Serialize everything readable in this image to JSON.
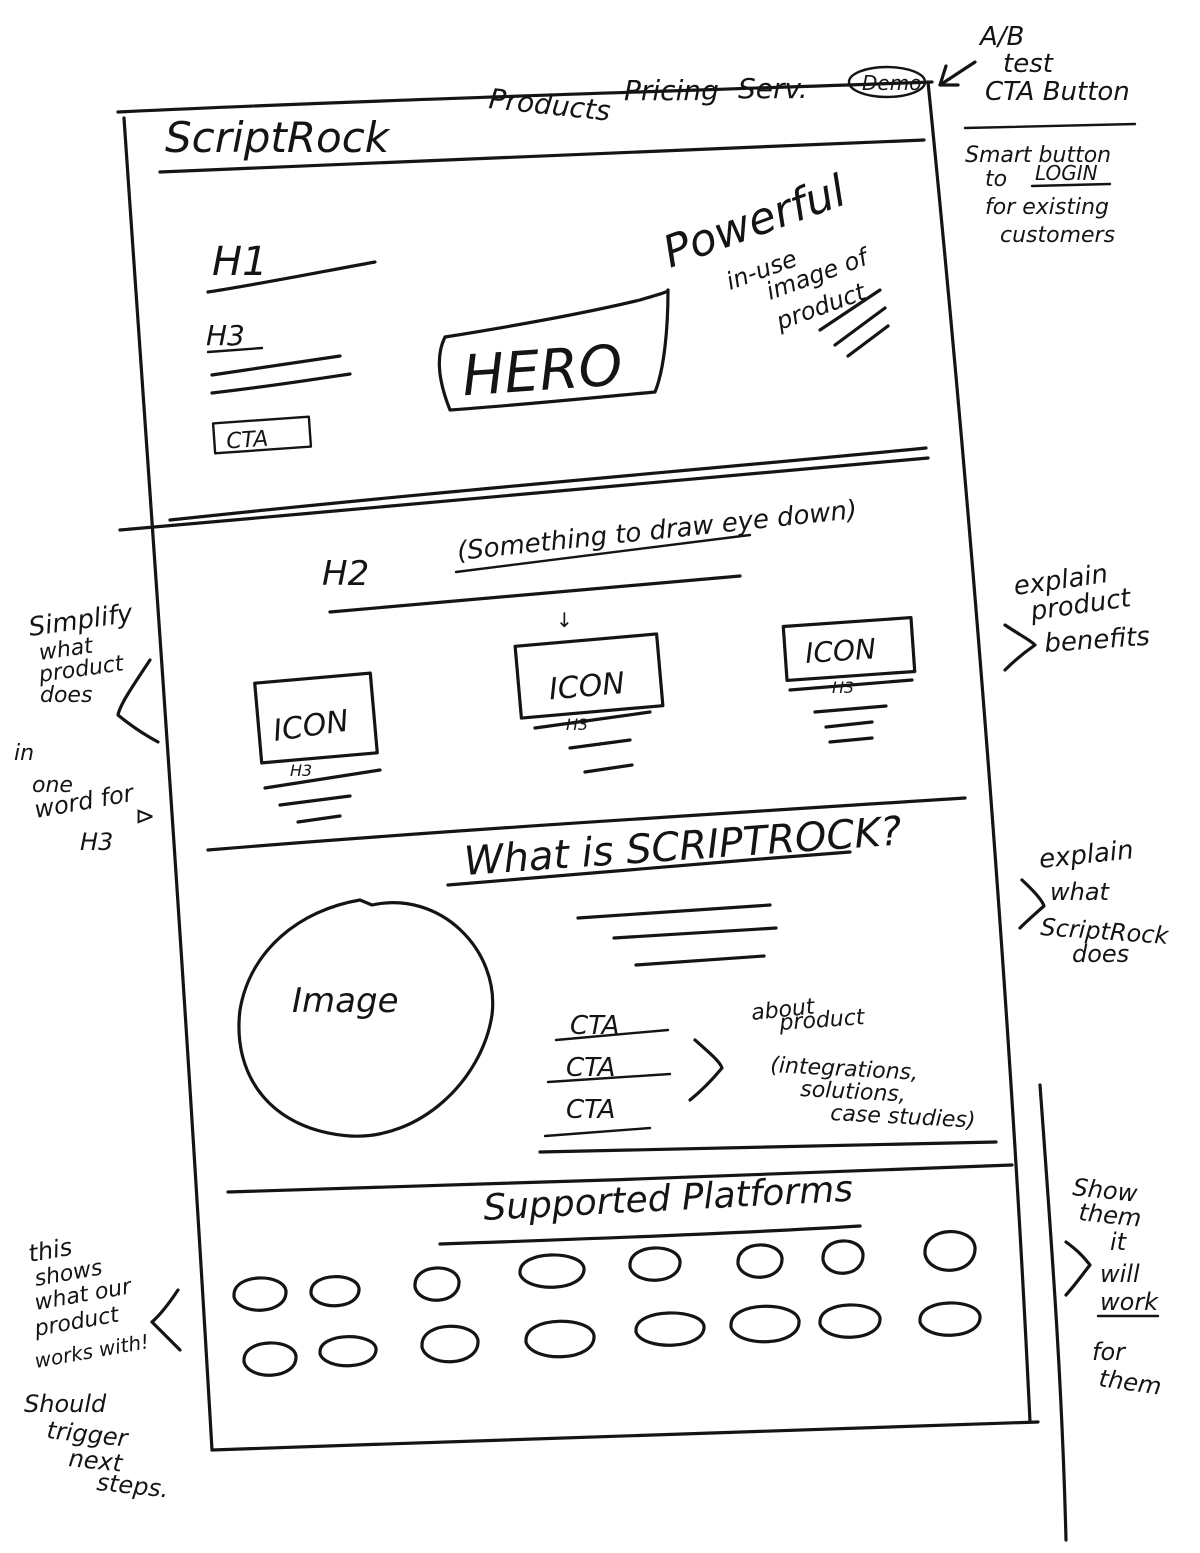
{
  "nav": {
    "logo": "ScriptRock",
    "products": "Products",
    "pricing": "Pricing",
    "services": "Serv.",
    "demo": "Demo"
  },
  "hero": {
    "h1": "H1",
    "h3": "H3",
    "cta": "CTA",
    "hero_label": "HERO",
    "powerful": "Powerful",
    "image_note": [
      "in-use",
      "image of",
      "product"
    ]
  },
  "benefits": {
    "draw_eye_note": "(Something to draw eye down)",
    "h2": "H2",
    "icons": [
      {
        "icon": "ICON",
        "heading": "H3"
      },
      {
        "icon": "ICON",
        "heading": "H3"
      },
      {
        "icon": "ICON",
        "heading": "H3"
      }
    ]
  },
  "about": {
    "title": "What is SCRIPTROCK?",
    "image_label": "Image",
    "ctas": [
      "CTA",
      "CTA",
      "CTA"
    ],
    "about_note": [
      "about",
      "product",
      "(integrations,",
      "solutions,",
      "case studies)"
    ]
  },
  "platforms": {
    "title": "Supported Platforms",
    "logo_count": 16
  },
  "margin_notes": {
    "ab_test": [
      "A/B",
      "test",
      "CTA Button"
    ],
    "smart_button": [
      "Smart button",
      "to",
      "LOGIN",
      "for existing",
      "customers"
    ],
    "simplify": [
      "Simplify",
      "what",
      "product",
      "does",
      "in",
      "one",
      "word for",
      "H3"
    ],
    "explain_benefits": [
      "explain",
      "product",
      "benefits"
    ],
    "explain_what": [
      "explain",
      "what",
      "ScriptRock",
      "does"
    ],
    "show_them": [
      "Show",
      "them",
      "it",
      "will",
      "work",
      "for",
      "them"
    ],
    "this_shows": [
      "this",
      "shows",
      "what our",
      "product",
      "works with!"
    ],
    "should_trigger": [
      "Should",
      "trigger",
      "next",
      "steps."
    ]
  }
}
